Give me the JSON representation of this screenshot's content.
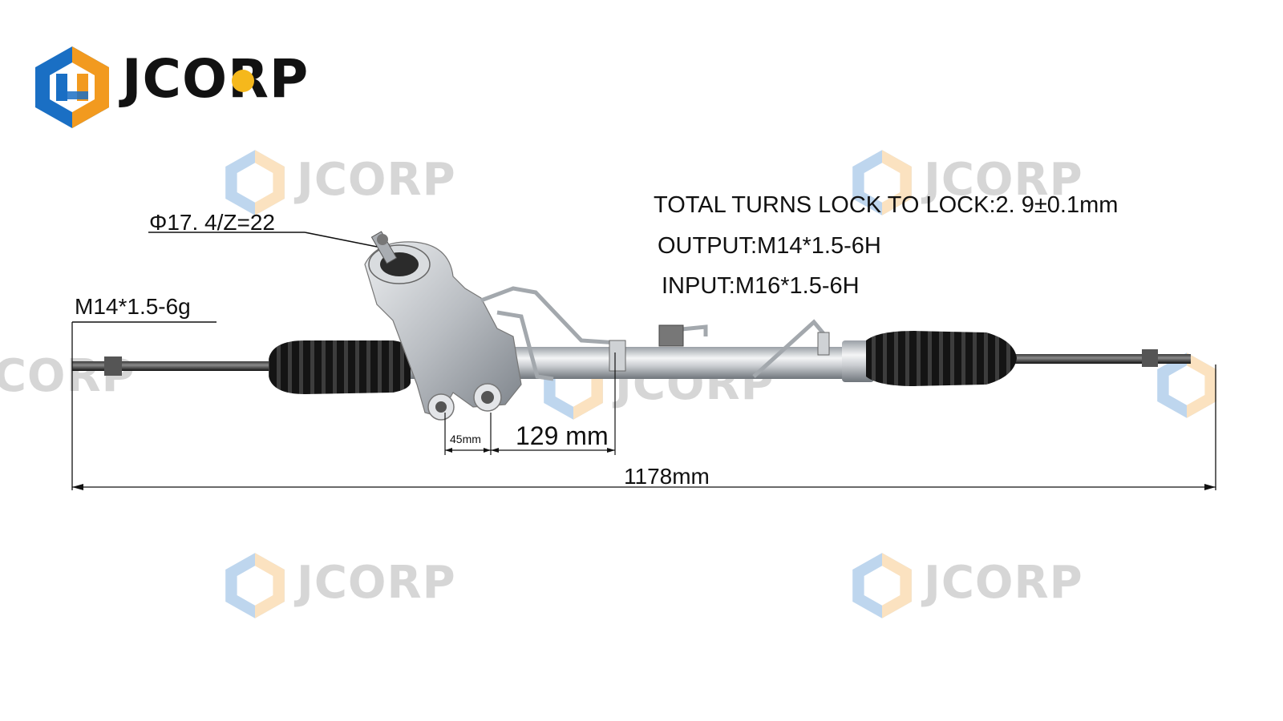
{
  "brand": {
    "name": "JCORP",
    "colors": {
      "blue": "#1a6fc4",
      "orange": "#f29a1f",
      "yellow": "#f5b81c",
      "dark": "#121212"
    },
    "icon": "jcorp-logo-icon"
  },
  "watermark": {
    "text": "JCORP"
  },
  "specs": {
    "total_turns": "TOTAL TURNS LOCK TO LOCK:2. 9±0.1mm",
    "output": "OUTPUT:M14*1.5-6H",
    "input": "INPUT:M16*1.5-6H"
  },
  "annotations": {
    "pinion": "Φ17. 4/Z=22",
    "left_thread": "M14*1.5-6g"
  },
  "dimensions": {
    "mount_gap": "45mm",
    "mount_to_center": "129 mm",
    "overall_length": "1178mm"
  },
  "part": {
    "name": "steering-rack-icon"
  }
}
